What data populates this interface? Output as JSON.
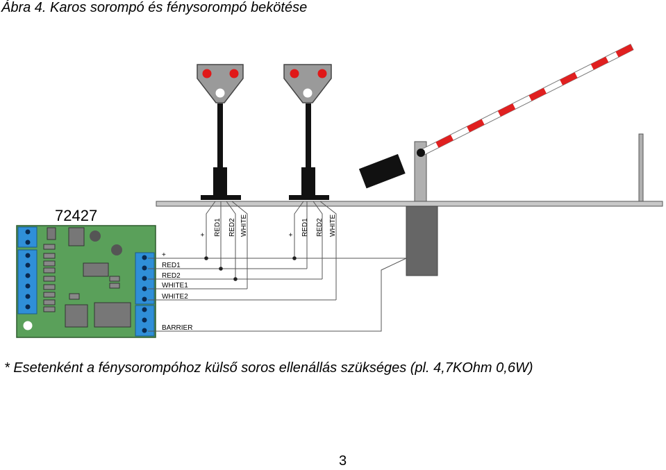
{
  "figure": {
    "caption": "Ábra 4. Karos sorompó és fénysorompó bekötése",
    "footnote": "* Esetenként a fénysorompóhoz külső soros ellenállás szükséges (pl. 4,7KOhm 0,6W)",
    "page_number": "3"
  },
  "board": {
    "model": "72427",
    "terminals": {
      "plus": "+",
      "red1": "RED1",
      "red2": "RED2",
      "white1": "WHITE1",
      "white2": "WHITE2",
      "barrier": "BARRIER"
    }
  },
  "signals": [
    {
      "wires": {
        "plus": "+",
        "red1": "RED1",
        "red2": "RED2",
        "white": "WHITE"
      }
    },
    {
      "wires": {
        "plus": "+",
        "red1": "RED1",
        "red2": "RED2",
        "white": "WHITE"
      }
    }
  ],
  "colors": {
    "pcb": "#5aa05a",
    "terminal_block": "#2f8fd8",
    "signal_head": "#9a9a9a",
    "signal_lamp_red": "#e01818",
    "barrier_stripe_red": "#e02020",
    "platform": "#c8c8c8",
    "barrier_base": "#666666"
  }
}
